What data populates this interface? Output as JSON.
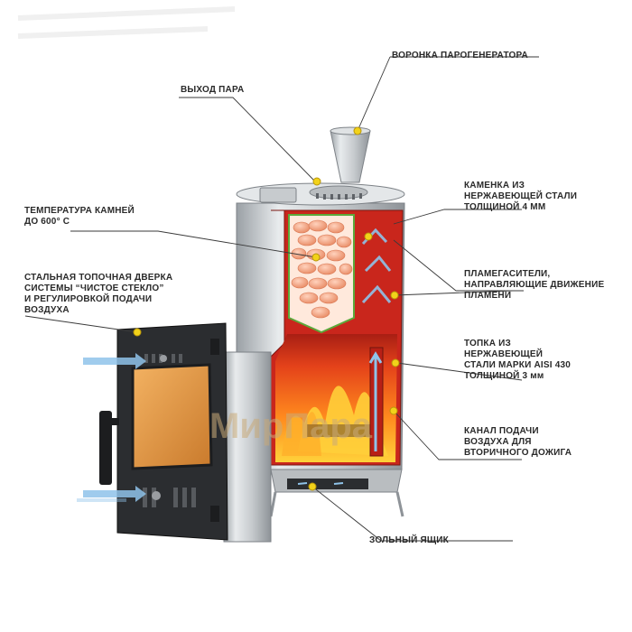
{
  "labels": {
    "steam_funnel": "ВОРОНКА ПАРОГЕНЕРАТОРА",
    "steam_outlet": "ВЫХОД ПАРА",
    "stone_temp": [
      "ТЕМПЕРАТУРА КАМНЕЙ",
      "ДО 600° С"
    ],
    "stone_box": [
      "КАМЕНКА ИЗ",
      "НЕРЖАВЕЮЩЕЙ СТАЛИ",
      "ТОЛЩИНОЙ 4 ММ"
    ],
    "door": [
      "СТАЛЬНАЯ ТОПОЧНАЯ ДВЕРКА",
      "СИСТЕМЫ “ЧИСТОЕ СТЕКЛО”",
      "И РЕГУЛИРОВКОЙ ПОДАЧИ",
      "ВОЗДУХА"
    ],
    "flame_dampers": [
      "ПЛАМЕГАСИТЕЛИ,",
      "НАПРАВЛЯЮЩИЕ ДВИЖЕНИЕ",
      "ПЛАМЕНИ"
    ],
    "firebox": [
      "ТОПКА ИЗ",
      "НЕРЖАВЕЮЩЕЙ",
      "СТАЛИ МАРКИ AISI 430",
      "ТОЛЩИНОЙ 3 мм"
    ],
    "air_channel": [
      "КАНАЛ ПОДАЧИ",
      "ВОЗДУХА ДЛЯ",
      "ВТОРИЧНОГО ДОЖИГА"
    ],
    "ash_box": "ЗОЛЬНЫЙ ЯЩИК"
  },
  "watermark": "МирПара",
  "colors": {
    "marker": "#f2d21a",
    "firebox_red": "#c9261c",
    "flame": "#ff8a1e",
    "steel": "#cfd3d6",
    "door": "#2b2d30",
    "glass": "#e09a3e",
    "stones": "#f2a07a",
    "air_arrows": "#8fc3ea"
  }
}
